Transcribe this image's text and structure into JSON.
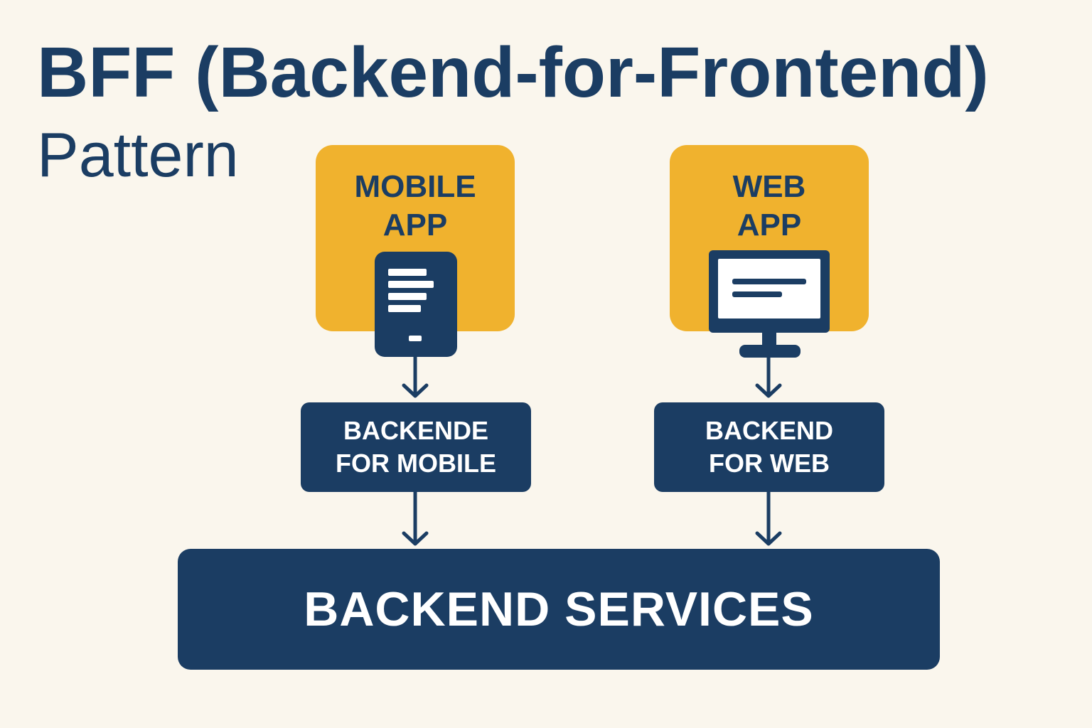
{
  "title": {
    "line1": "BFF (Backend-for-Frontend)",
    "line2": "Pattern"
  },
  "nodes": {
    "mobile_app": {
      "line1": "MOBILE",
      "line2": "APP",
      "icon": "smartphone-icon"
    },
    "web_app": {
      "line1": "WEB",
      "line2": "APP",
      "icon": "monitor-icon"
    },
    "bff_mobile": {
      "line1": "BACKENDE",
      "line2": "FOR MOBILE"
    },
    "bff_web": {
      "line1": "BACKEND",
      "line2": "FOR WEB"
    },
    "services": {
      "label": "BACKEND SERVICES"
    }
  },
  "edges": [
    {
      "from": "mobile_app",
      "to": "bff_mobile"
    },
    {
      "from": "web_app",
      "to": "bff_web"
    },
    {
      "from": "bff_mobile",
      "to": "services"
    },
    {
      "from": "bff_web",
      "to": "services"
    }
  ],
  "colors": {
    "background": "#faf6ed",
    "navy": "#1b3d63",
    "amber": "#f0b22e",
    "white": "#ffffff"
  }
}
